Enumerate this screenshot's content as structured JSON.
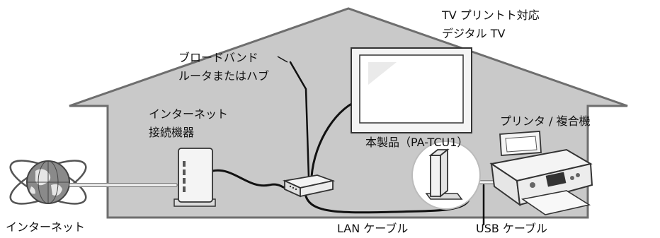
{
  "labels": {
    "tv_line1": "TV プリントト対応",
    "tv_line2": "デジタル TV",
    "router_line1": "ブロードバンド",
    "router_line2": "ルータまたはハブ",
    "modem_line1": "インターネット",
    "modem_line2": "接続機器",
    "printer": "プリンタ / 複合機",
    "product": "本製品（PA-TCU1）",
    "internet": "インターネット",
    "lan_cable": "LAN ケーブル",
    "usb_cable": "USB ケーブル"
  },
  "colors": {
    "house_fill": "#c9c9c9",
    "house_stroke": "#6e6e6e",
    "cable": "#111111",
    "device_fill": "#f2f2f2"
  }
}
